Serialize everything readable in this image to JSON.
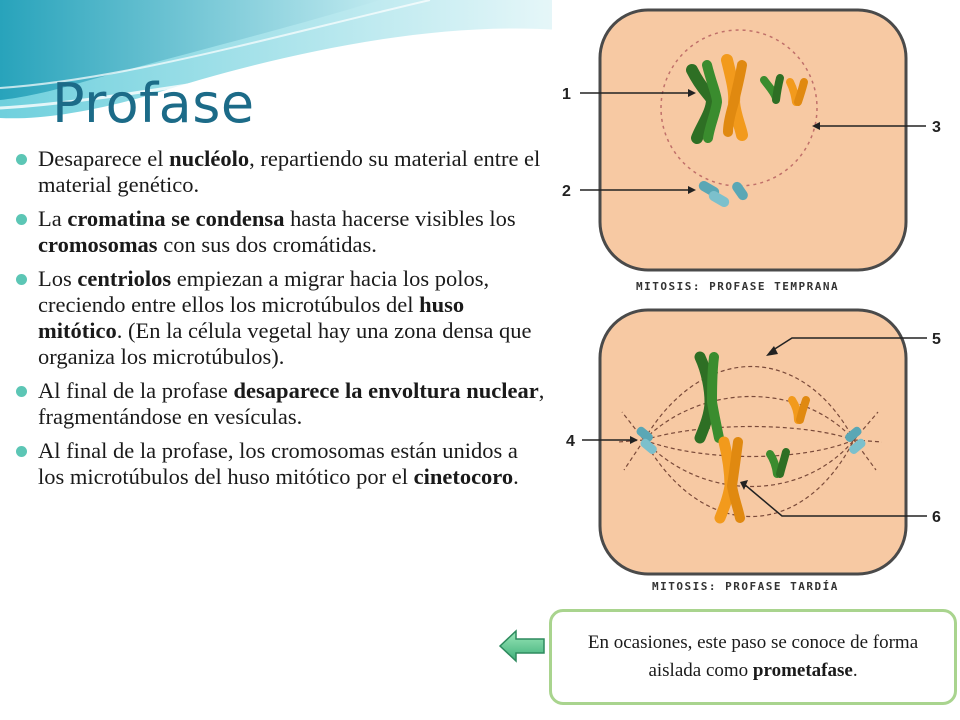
{
  "slide": {
    "title": "Profase",
    "bullets": [
      {
        "segments": [
          {
            "t": "Desaparece el ",
            "b": false
          },
          {
            "t": "nucléolo",
            "b": true
          },
          {
            "t": ", repartiendo su material entre el material genético.",
            "b": false
          }
        ]
      },
      {
        "segments": [
          {
            "t": "La ",
            "b": false
          },
          {
            "t": "cromatina se condensa",
            "b": true
          },
          {
            "t": " hasta hacerse visibles los ",
            "b": false
          },
          {
            "t": "cromosomas",
            "b": true
          },
          {
            "t": " con sus dos cromátidas.",
            "b": false
          }
        ]
      },
      {
        "segments": [
          {
            "t": "Los ",
            "b": false
          },
          {
            "t": "centriolos",
            "b": true
          },
          {
            "t": " empiezan a migrar hacia los polos, creciendo entre ellos los microtúbulos del ",
            "b": false
          },
          {
            "t": "huso mitótico",
            "b": true
          },
          {
            "t": ". (En la célula vegetal hay una zona densa que organiza los microtúbulos).",
            "b": false
          }
        ]
      },
      {
        "segments": [
          {
            "t": "Al final de la profase ",
            "b": false
          },
          {
            "t": "desaparece la envoltura nuclear",
            "b": true
          },
          {
            "t": ", fragmentándose en vesículas.",
            "b": false
          }
        ]
      },
      {
        "segments": [
          {
            "t": "Al final de la profase, los cromosomas están unidos a los microtúbulos del huso mitótico por el ",
            "b": false
          },
          {
            "t": "cinetocoro",
            "b": true
          },
          {
            "t": ".",
            "b": false
          }
        ]
      }
    ]
  },
  "figure_top": {
    "caption": "MITOSIS: PROFASE TEMPRANA",
    "labels": {
      "l1": "1",
      "l2": "2",
      "l3": "3"
    }
  },
  "figure_bottom": {
    "caption": "MITOSIS: PROFASE TARDÍA",
    "labels": {
      "l4": "4",
      "l5": "5",
      "l6": "6"
    }
  },
  "note": {
    "line1": "En ocasiones, este paso se conoce de forma aislada como ",
    "bold": "prometafase",
    "end": "."
  },
  "colors": {
    "title": "#1c6b88",
    "bullet": "#5cc6b5",
    "cell_fill": "#f7c9a3",
    "cell_border": "#4a4a4a",
    "chromosome_green": "#3a8c2e",
    "chromosome_orange": "#f29a1c",
    "centriole": "#5aa7b5",
    "note_border": "#a9d48e",
    "arrow": "#6fcf97"
  },
  "icons": {
    "back_arrow": "left-arrow-icon"
  }
}
